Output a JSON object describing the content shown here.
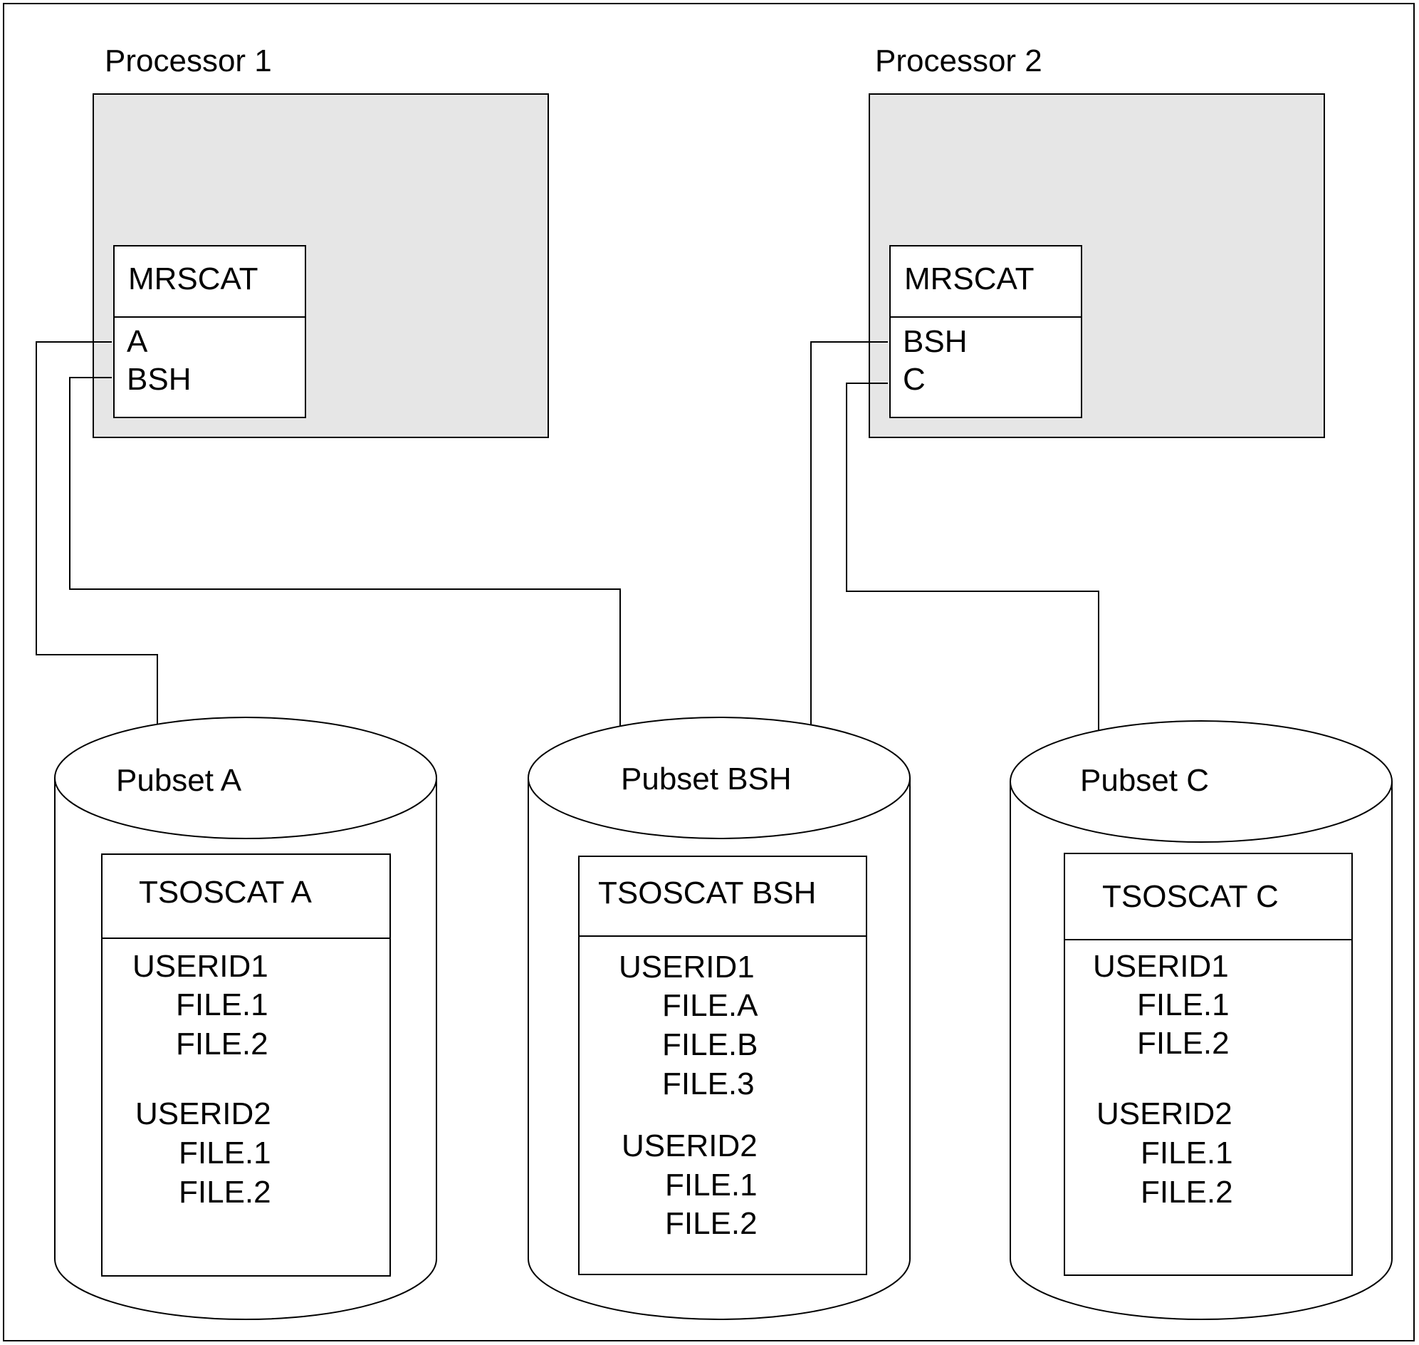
{
  "processors": [
    {
      "label": "Processor 1",
      "catalog_title": "MRSCAT",
      "entries": [
        "A",
        "BSH"
      ]
    },
    {
      "label": "Processor 2",
      "catalog_title": "MRSCAT",
      "entries": [
        "BSH",
        "C"
      ]
    }
  ],
  "pubsets": [
    {
      "label": "Pubset A",
      "catalog_title": "TSOSCAT A",
      "users": [
        {
          "id": "USERID1",
          "files": [
            "FILE.1",
            "FILE.2"
          ]
        },
        {
          "id": "USERID2",
          "files": [
            "FILE.1",
            "FILE.2"
          ]
        }
      ]
    },
    {
      "label": "Pubset BSH",
      "catalog_title": "TSOSCAT BSH",
      "users": [
        {
          "id": "USERID1",
          "files": [
            "FILE.A",
            "FILE.B",
            "FILE.3"
          ]
        },
        {
          "id": "USERID2",
          "files": [
            "FILE.1",
            "FILE.2"
          ]
        }
      ]
    },
    {
      "label": "Pubset C",
      "catalog_title": "TSOSCAT C",
      "users": [
        {
          "id": "USERID1",
          "files": [
            "FILE.1",
            "FILE.2"
          ]
        },
        {
          "id": "USERID2",
          "files": [
            "FILE.1",
            "FILE.2"
          ]
        }
      ]
    }
  ],
  "connections": [
    {
      "from": "Processor 1 / A",
      "to": "Pubset A"
    },
    {
      "from": "Processor 1 / BSH",
      "to": "Pubset BSH"
    },
    {
      "from": "Processor 2 / BSH",
      "to": "Pubset BSH"
    },
    {
      "from": "Processor 2 / C",
      "to": "Pubset C"
    }
  ]
}
